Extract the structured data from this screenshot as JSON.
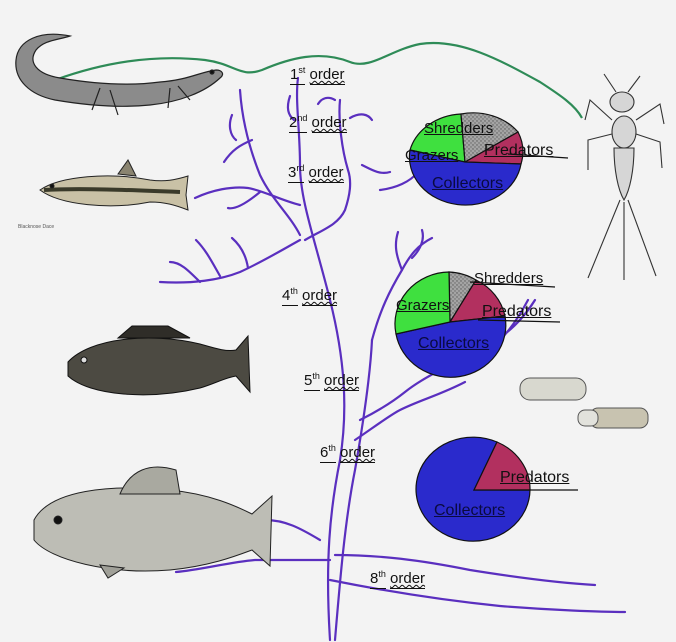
{
  "stream_orders": [
    {
      "num": "1",
      "sup": "st",
      "word": "order"
    },
    {
      "num": "2",
      "sup": "nd",
      "word": "order"
    },
    {
      "num": "3",
      "sup": "rd",
      "word": "order"
    },
    {
      "num": "4",
      "sup": "th",
      "word": "order"
    },
    {
      "num": "5",
      "sup": "th",
      "word": "order"
    },
    {
      "num": "6",
      "sup": "th",
      "word": "order"
    },
    {
      "num": "8",
      "sup": "th",
      "word": "order"
    }
  ],
  "pies": [
    {
      "labels": {
        "shredders": "Shredders",
        "grazers": "Grazers",
        "predators": "Predators",
        "collectors": "Collectors"
      }
    },
    {
      "labels": {
        "shredders": "Shredders",
        "grazers": "Grazers",
        "predators": "Predators",
        "collectors": "Collectors"
      }
    },
    {
      "labels": {
        "predators": "Predators",
        "collectors": "Collectors"
      }
    }
  ],
  "figure_caption": "Blacknose Dace",
  "colors": {
    "stream": "#5a2fbf",
    "riparian": "#2e8b57",
    "collectors": "#2a2acc",
    "grazers": "#3fe03f",
    "predators": "#b2305f",
    "shredders": "#9a9a9a"
  },
  "icons": [
    "salamander-icon",
    "dace-fish-icon",
    "bass-fish-icon",
    "carp-fish-icon",
    "mayfly-nymph-icon",
    "caddis-case-icon"
  ]
}
